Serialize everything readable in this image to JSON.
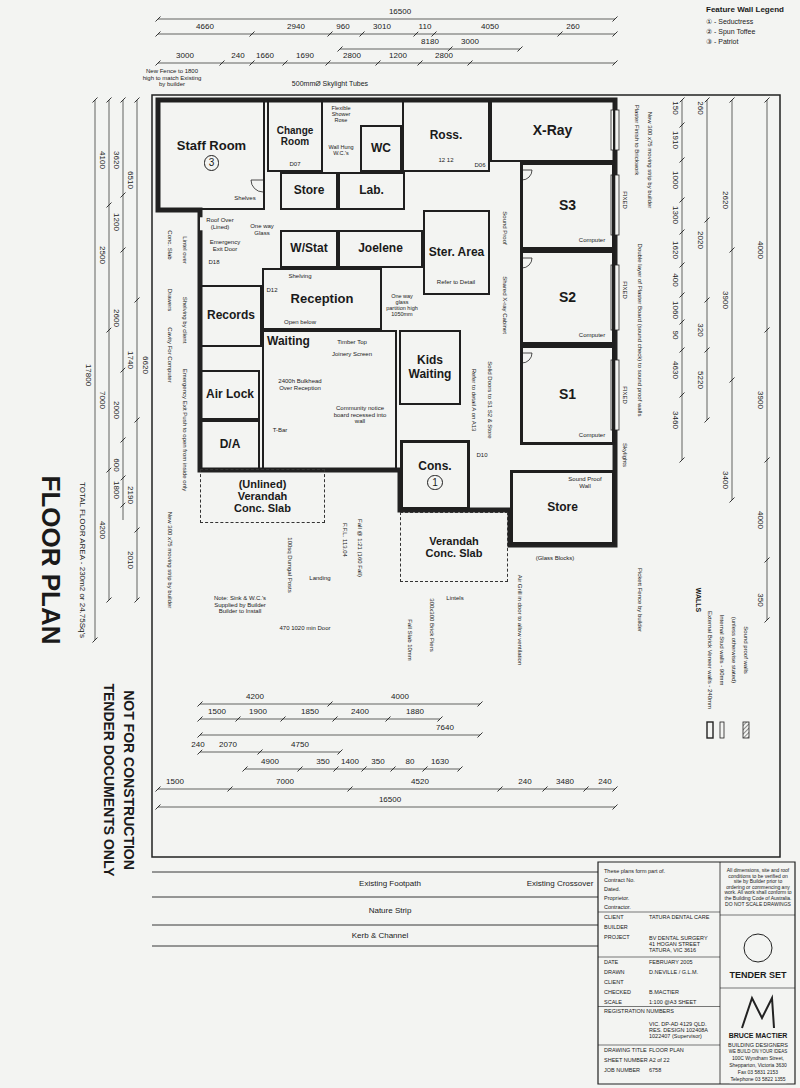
{
  "diagram": {
    "title": "FLOOR PLAN",
    "nodes": [
      {
        "text": [
          "Staff Room",
          "3"
        ]
      },
      {
        "text": [
          "Change Room"
        ]
      },
      {
        "text": [
          "WC"
        ]
      },
      {
        "text": [
          "Ross."
        ]
      },
      {
        "text": [
          "X-Ray"
        ]
      },
      {
        "text": [
          "Store"
        ]
      },
      {
        "text": [
          "Lab."
        ]
      },
      {
        "text": [
          "S3"
        ]
      },
      {
        "text": [
          "W/Stat"
        ]
      },
      {
        "text": [
          "Joelene"
        ]
      },
      {
        "text": [
          "Ster. Area"
        ]
      },
      {
        "text": [
          "S2"
        ]
      },
      {
        "text": [
          "Reception"
        ]
      },
      {
        "text": [
          "Records"
        ]
      },
      {
        "text": [
          "Waiting"
        ]
      },
      {
        "text": [
          "Kids Waiting"
        ]
      },
      {
        "text": [
          "S1"
        ]
      },
      {
        "text": [
          "Air Lock"
        ]
      },
      {
        "text": [
          "D/A"
        ]
      },
      {
        "text": [
          "Cons.",
          "1"
        ]
      },
      {
        "text": [
          "Store"
        ]
      },
      {
        "text": [
          "(Unlined)",
          "Verandah",
          "Conc. Slab"
        ]
      },
      {
        "text": [
          "Verandah",
          "Conc. Slab"
        ]
      }
    ],
    "labels": [
      "16500",
      "4660",
      "2940",
      "960",
      "3010",
      "110",
      "4050",
      "260",
      "8180",
      "3000",
      "3000",
      "240",
      "1660",
      "1690",
      "2800",
      "1200",
      "2800",
      "500mmØ Skylight Tubes",
      "New Fence to 1800 high to match Existing by builder",
      "Feature Wall Legend",
      "17800",
      "4100",
      "2500",
      "7000",
      "4200",
      "3620",
      "1200",
      "2600",
      "2000",
      "600",
      "1800",
      "6510",
      "1740",
      "2190",
      "2010",
      "6620",
      "Plaster Finish to Brickwork",
      "New 300 x75 moving strip by builder",
      "Double layer of Plaster Board (sound check) to sound proof walls",
      "FIXED",
      "FIXED",
      "FIXED",
      "Skylights",
      "150",
      "1910",
      "1000",
      "1300",
      "1620",
      "400",
      "1060",
      "90",
      "4630",
      "3460",
      "260",
      "2020",
      "320",
      "5220",
      "2620",
      "3900",
      "3400",
      "4000",
      "3900",
      "4000",
      "350",
      "WALLS",
      "(unless otherwise stated)",
      "Shelves",
      "Flexible Shower Rose",
      "Wall Hung W.C.'s",
      "D07",
      "12 12",
      "D06",
      "Computer",
      "Computer",
      "Computer",
      "Sound Proof",
      "Shared X-ray Cabinet",
      "Solid Doors to S1 S2 & Store",
      "Refer to detail A on A13",
      "D10",
      "Refer to Detail",
      "Open below",
      "Shelving",
      "D12",
      "One way glass partition high 1050mm",
      "Timber Top",
      "Joinery Screen",
      "2400h Bulkhead Over Reception",
      "T-Bar",
      "Community notice board recessed into wall",
      "Roof Over (Lined)",
      "Emergency Exit Door",
      "One way Glass",
      "D18",
      "Conc. Slab",
      "Drawers",
      "Cavity For Computer",
      "Lintel over",
      "Shelving by client",
      "Emergency Exit Push to open from inside only",
      "Sound Proof Wall",
      "F.F.L. 113.04",
      "Fall @ 1:21 (160 Fall)",
      "Landing",
      "100sq Dumgal Posts",
      "Note: Sink & W.C.'s Supplied by Builder Builder to Install",
      "470 1020 min Door",
      "New 300 x75 moving strip by builder",
      "Lintels",
      "300x300 Brick Piers",
      "Fall Slab 10mm",
      "Air Grill in door to allow ventilation",
      "(Glass Blocks)",
      "Pickett Fence by builder",
      "4200",
      "4000",
      "1500",
      "1900",
      "1850",
      "2400",
      "1880",
      "7640",
      "240",
      "2070",
      "4750",
      "4900",
      "350",
      "1400",
      "350",
      "80",
      "1630",
      "1500",
      "7000",
      "4520",
      "240",
      "3480",
      "240",
      "16500",
      "TOTAL FLOOR AREA - 230m2 or 24.75Sq's",
      "TENDER DOCUMENTS ONLY",
      "NOT FOR CONSTRUCTION",
      "Existing Footpath",
      "Existing Crossover",
      "Nature Strip",
      "Kerb & Channel",
      "All dimensions, site and roof conditions to be verified on site by Builder prior to ordering or commencing any work. All work shall conform to the Building Code of Australia. DO NOT SCALE DRAWINGS",
      "These plans form part of.",
      "Contract No.",
      "Dated.",
      "Proprietor.",
      "Contractor.",
      "CLIENT",
      "TATURA DENTAL CARE",
      "BUILDER",
      "PROJECT",
      "BV DENTAL SURGERY 41 HOGAN STREET TATURA, VIC 3616",
      "DATE",
      "FEBRUARY 2005",
      "DRAWN",
      "D.NEVILLE / G.L.M.",
      "CLIENT",
      "CHECKED",
      "B.MACTIER",
      "SCALE",
      "1:100 @A3 SHEET",
      "REGISTRATION NUMBERS",
      "VIC. DP-AD 4129 QLD. RES. DESIGN 102408A 1022407 (Supervisor)",
      "DRAWING TITLE",
      "FLOOR PLAN",
      "SHEET NUMBER",
      "A2 of 22",
      "JOB NUMBER",
      "6758",
      "TENDER SET",
      "BRUCE MACTIER",
      "BUILDING DESIGNERS",
      "WE BUILD ON YOUR IDEAS",
      "100C Wyndham Street,",
      "Shepparton, Victoria 3630",
      "Fax 03 5831 2153",
      "Telephone 03 5822 1355"
    ],
    "legend": [
      {
        "text": "① - Seductress"
      },
      {
        "text": "② - Spun Toffee"
      },
      {
        "text": "③ - Patriot"
      },
      {
        "text": "External Brick Veneer walls - 240mm"
      },
      {
        "text": "Internal Stud walls - 90mm"
      },
      {
        "text": "Sound proof walls"
      }
    ]
  }
}
